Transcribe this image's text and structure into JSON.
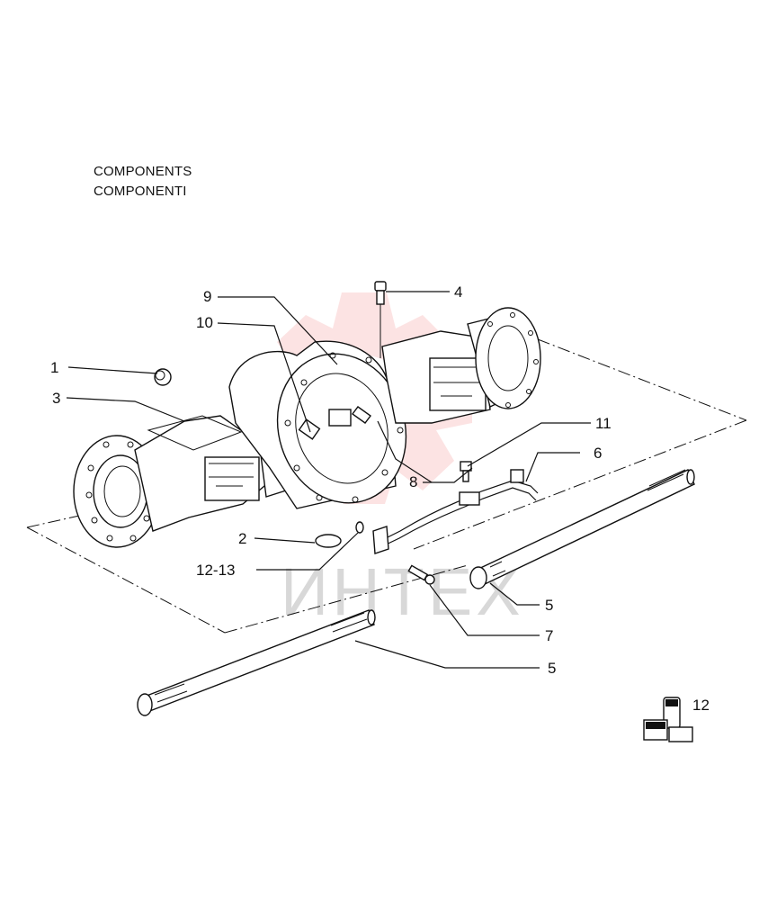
{
  "title_lines": [
    "COMPONENTS",
    "COMPONENTI"
  ],
  "watermark": {
    "text": "ИНТЕХ",
    "color": "#e8252a"
  },
  "callouts": {
    "c1": "1",
    "c2": "2",
    "c3": "3",
    "c4": "4",
    "c5a": "5",
    "c5b": "5",
    "c6": "6",
    "c7": "7",
    "c8": "8",
    "c9": "9",
    "c10": "10",
    "c11": "11",
    "c12": "12",
    "c12_13": "12-13"
  },
  "parts": [
    "plug",
    "drain-plug",
    "left-axle-housing",
    "breather",
    "axle-shaft",
    "brake-line",
    "bolt",
    "brake-unit",
    "differential-carrier",
    "sensor",
    "banjo-bolt",
    "sealant",
    "seal-ring"
  ]
}
